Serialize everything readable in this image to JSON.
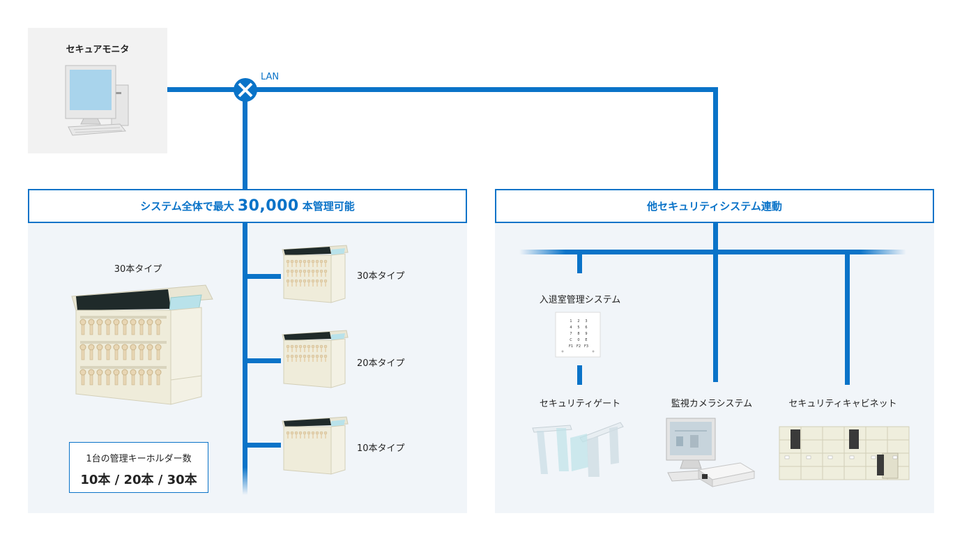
{
  "monitor": {
    "label": "セキュアモニタ"
  },
  "lan": {
    "label": "LAN"
  },
  "left_panel": {
    "header_pre": "システム全体で最大",
    "header_num": "30,000",
    "header_post": "本管理可能",
    "big_unit_label": "30本タイプ",
    "units": [
      "30本タイプ",
      "20本タイプ",
      "10本タイプ"
    ],
    "count_box": {
      "title": "1台の管理キーホルダー数",
      "value": "10本 / 20本 / 30本"
    }
  },
  "right_panel": {
    "header": "他セキュリティシステム連動",
    "access_control": "入退室管理システム",
    "gate": "セキュリティゲート",
    "camera": "監視カメラシステム",
    "cabinet": "セキュリティキャビネット",
    "keypad_keys": [
      "1",
      "2",
      "3",
      "4",
      "5",
      "6",
      "7",
      "8",
      "9",
      "C",
      "0",
      "E",
      "F1",
      "F2",
      "F3"
    ]
  },
  "colors": {
    "accent": "#0a73c8",
    "panel_bg": "#f1f5f9"
  }
}
